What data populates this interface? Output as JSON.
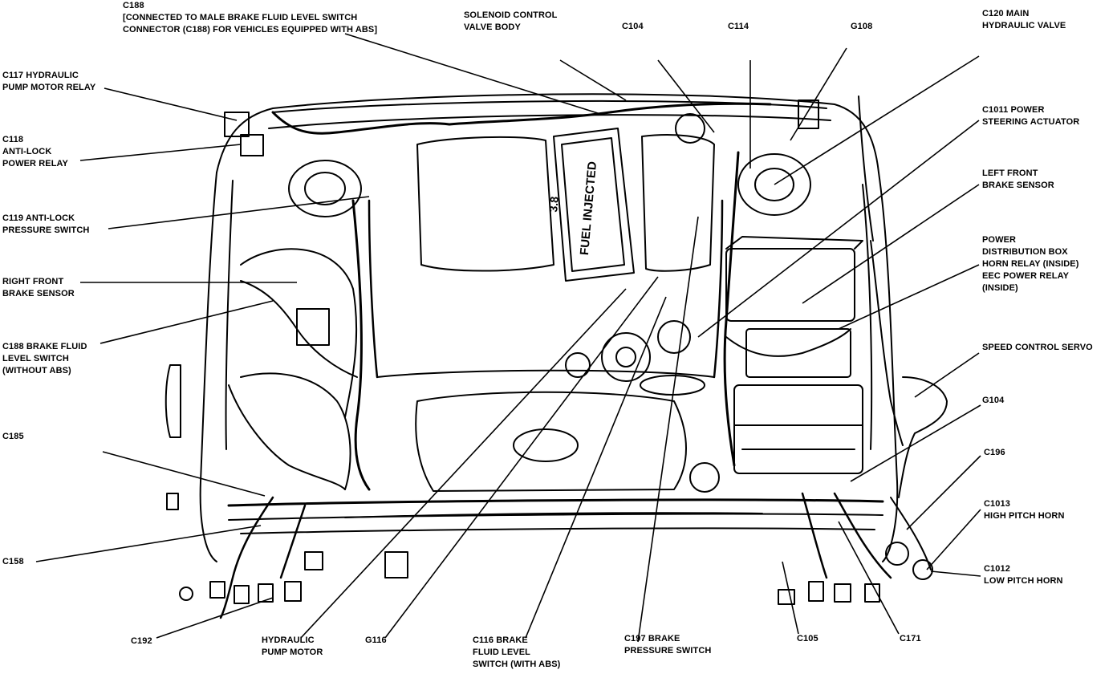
{
  "labels": {
    "c188_top": "C188\n[CONNECTED TO MALE BRAKE FLUID LEVEL SWITCH\nCONNECTOR (C188) FOR VEHICLES EQUIPPED WITH ABS]",
    "solenoid": "SOLENOID CONTROL\nVALVE BODY",
    "c104": "C104",
    "c114": "C114",
    "g108": "G108",
    "c120": "C120 MAIN\nHYDRAULIC VALVE",
    "c117": "C117 HYDRAULIC\nPUMP MOTOR RELAY",
    "c118": "C118\nANTI-LOCK\nPOWER RELAY",
    "c119": "C119 ANTI-LOCK\nPRESSURE SWITCH",
    "right_front": "RIGHT FRONT\nBRAKE SENSOR",
    "c188_left": "C188 BRAKE FLUID\nLEVEL SWITCH\n(WITHOUT ABS)",
    "c185": "C185",
    "c158": "C158",
    "c192": "C192",
    "hyd_pump": "HYDRAULIC\nPUMP MOTOR",
    "g116": "G116",
    "c116": "C116 BRAKE\nFLUID LEVEL\nSWITCH (WITH ABS)",
    "c197": "C197 BRAKE\nPRESSURE SWITCH",
    "c105": "C105",
    "c171": "C171",
    "c1011": "C1011 POWER\nSTEERING ACTUATOR",
    "left_front": "LEFT FRONT\nBRAKE SENSOR",
    "power_dist": "POWER\nDISTRIBUTION BOX\nHORN RELAY (INSIDE)\nEEC POWER RELAY\n(INSIDE)",
    "speed_control": "SPEED CONTROL SERVO",
    "g104": "G104",
    "c196": "C196",
    "c1013": "C1013\nHIGH PITCH HORN",
    "c1012": "C1012\nLOW PITCH HORN"
  },
  "intake_text": "FUEL INJECTED",
  "engine_size": "3.8"
}
